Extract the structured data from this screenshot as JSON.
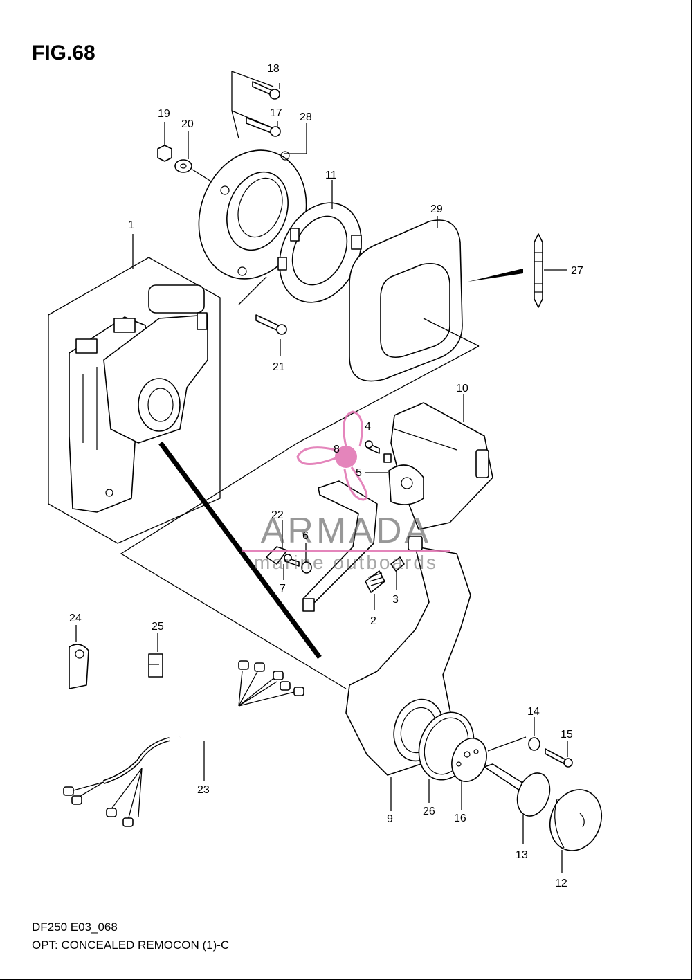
{
  "figure": {
    "title": "FIG.68",
    "footer_code": "DF250 E03_068",
    "footer_desc": "OPT: CONCEALED REMOCON (1)-C"
  },
  "watermark": {
    "brand": "ARMADA",
    "tagline": "marine outboards",
    "logo_color": "#e070b0",
    "text_color": "#555555"
  },
  "callouts": [
    "1",
    "2",
    "3",
    "4",
    "5",
    "6",
    "7",
    "8",
    "9",
    "10",
    "11",
    "12",
    "13",
    "14",
    "15",
    "16",
    "17",
    "18",
    "19",
    "20",
    "21",
    "22",
    "23",
    "24",
    "25",
    "26",
    "27",
    "28",
    "29"
  ]
}
